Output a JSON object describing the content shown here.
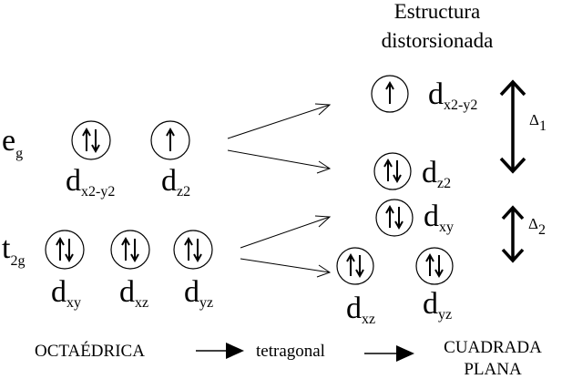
{
  "title_line1": "Estructura",
  "title_line2": "distorsionada",
  "left": {
    "eg_main": "e",
    "eg_sub": "g",
    "t2g_main": "t",
    "t2g_sub": "2g",
    "orbitals": [
      {
        "main": "d",
        "sub": "x2-y2",
        "electrons": 2
      },
      {
        "main": "d",
        "sub": "z2",
        "electrons": 1
      },
      {
        "main": "d",
        "sub": "xy",
        "electrons": 2
      },
      {
        "main": "d",
        "sub": "xz",
        "electrons": 2
      },
      {
        "main": "d",
        "sub": "yz",
        "electrons": 2
      }
    ]
  },
  "right": {
    "orbitals": [
      {
        "main": "d",
        "sub": "x2-y2",
        "electrons": 1
      },
      {
        "main": "d",
        "sub": "z2",
        "electrons": 2
      },
      {
        "main": "d",
        "sub": "xy",
        "electrons": 2
      },
      {
        "main": "d",
        "sub": "xz",
        "electrons": 2
      },
      {
        "main": "d",
        "sub": "yz",
        "electrons": 2
      }
    ]
  },
  "gaps": {
    "delta1_main": "Δ",
    "delta1_sub": "1",
    "delta2_main": "Δ",
    "delta2_sub": "2"
  },
  "bottom": {
    "step1": "OCTAÉDRICA",
    "step2": "tetragonal",
    "step3_line1": "CUADRADA",
    "step3_line2": "PLANA"
  }
}
